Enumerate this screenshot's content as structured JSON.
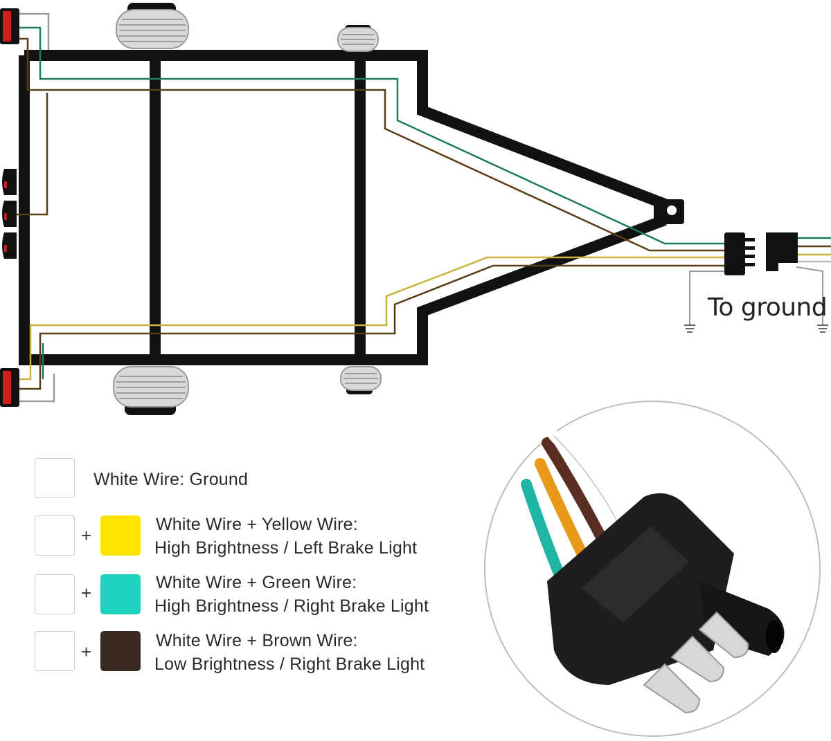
{
  "diagram": {
    "ground_label": "To ground",
    "wire_colors": {
      "white": "#ffffff",
      "yellow": "#c7b23a",
      "green": "#1f7a5a",
      "brown": "#5a3d14",
      "frame": "#111111"
    }
  },
  "legend": {
    "items": [
      {
        "line1": "White Wire: Ground",
        "line2": "",
        "color": ""
      },
      {
        "line1": "White Wire + Yellow Wire:",
        "line2": "High Brightness / Left Brake Light",
        "color": "#ffe500"
      },
      {
        "line1": "White Wire + Green Wire:",
        "line2": "High Brightness / Right Brake Light",
        "color": "#1fd1bf"
      },
      {
        "line1": "White Wire + Brown Wire:",
        "line2": "Low Brightness / Right Brake Light",
        "color": "#3a2a22"
      }
    ],
    "plus_sign": "+"
  }
}
